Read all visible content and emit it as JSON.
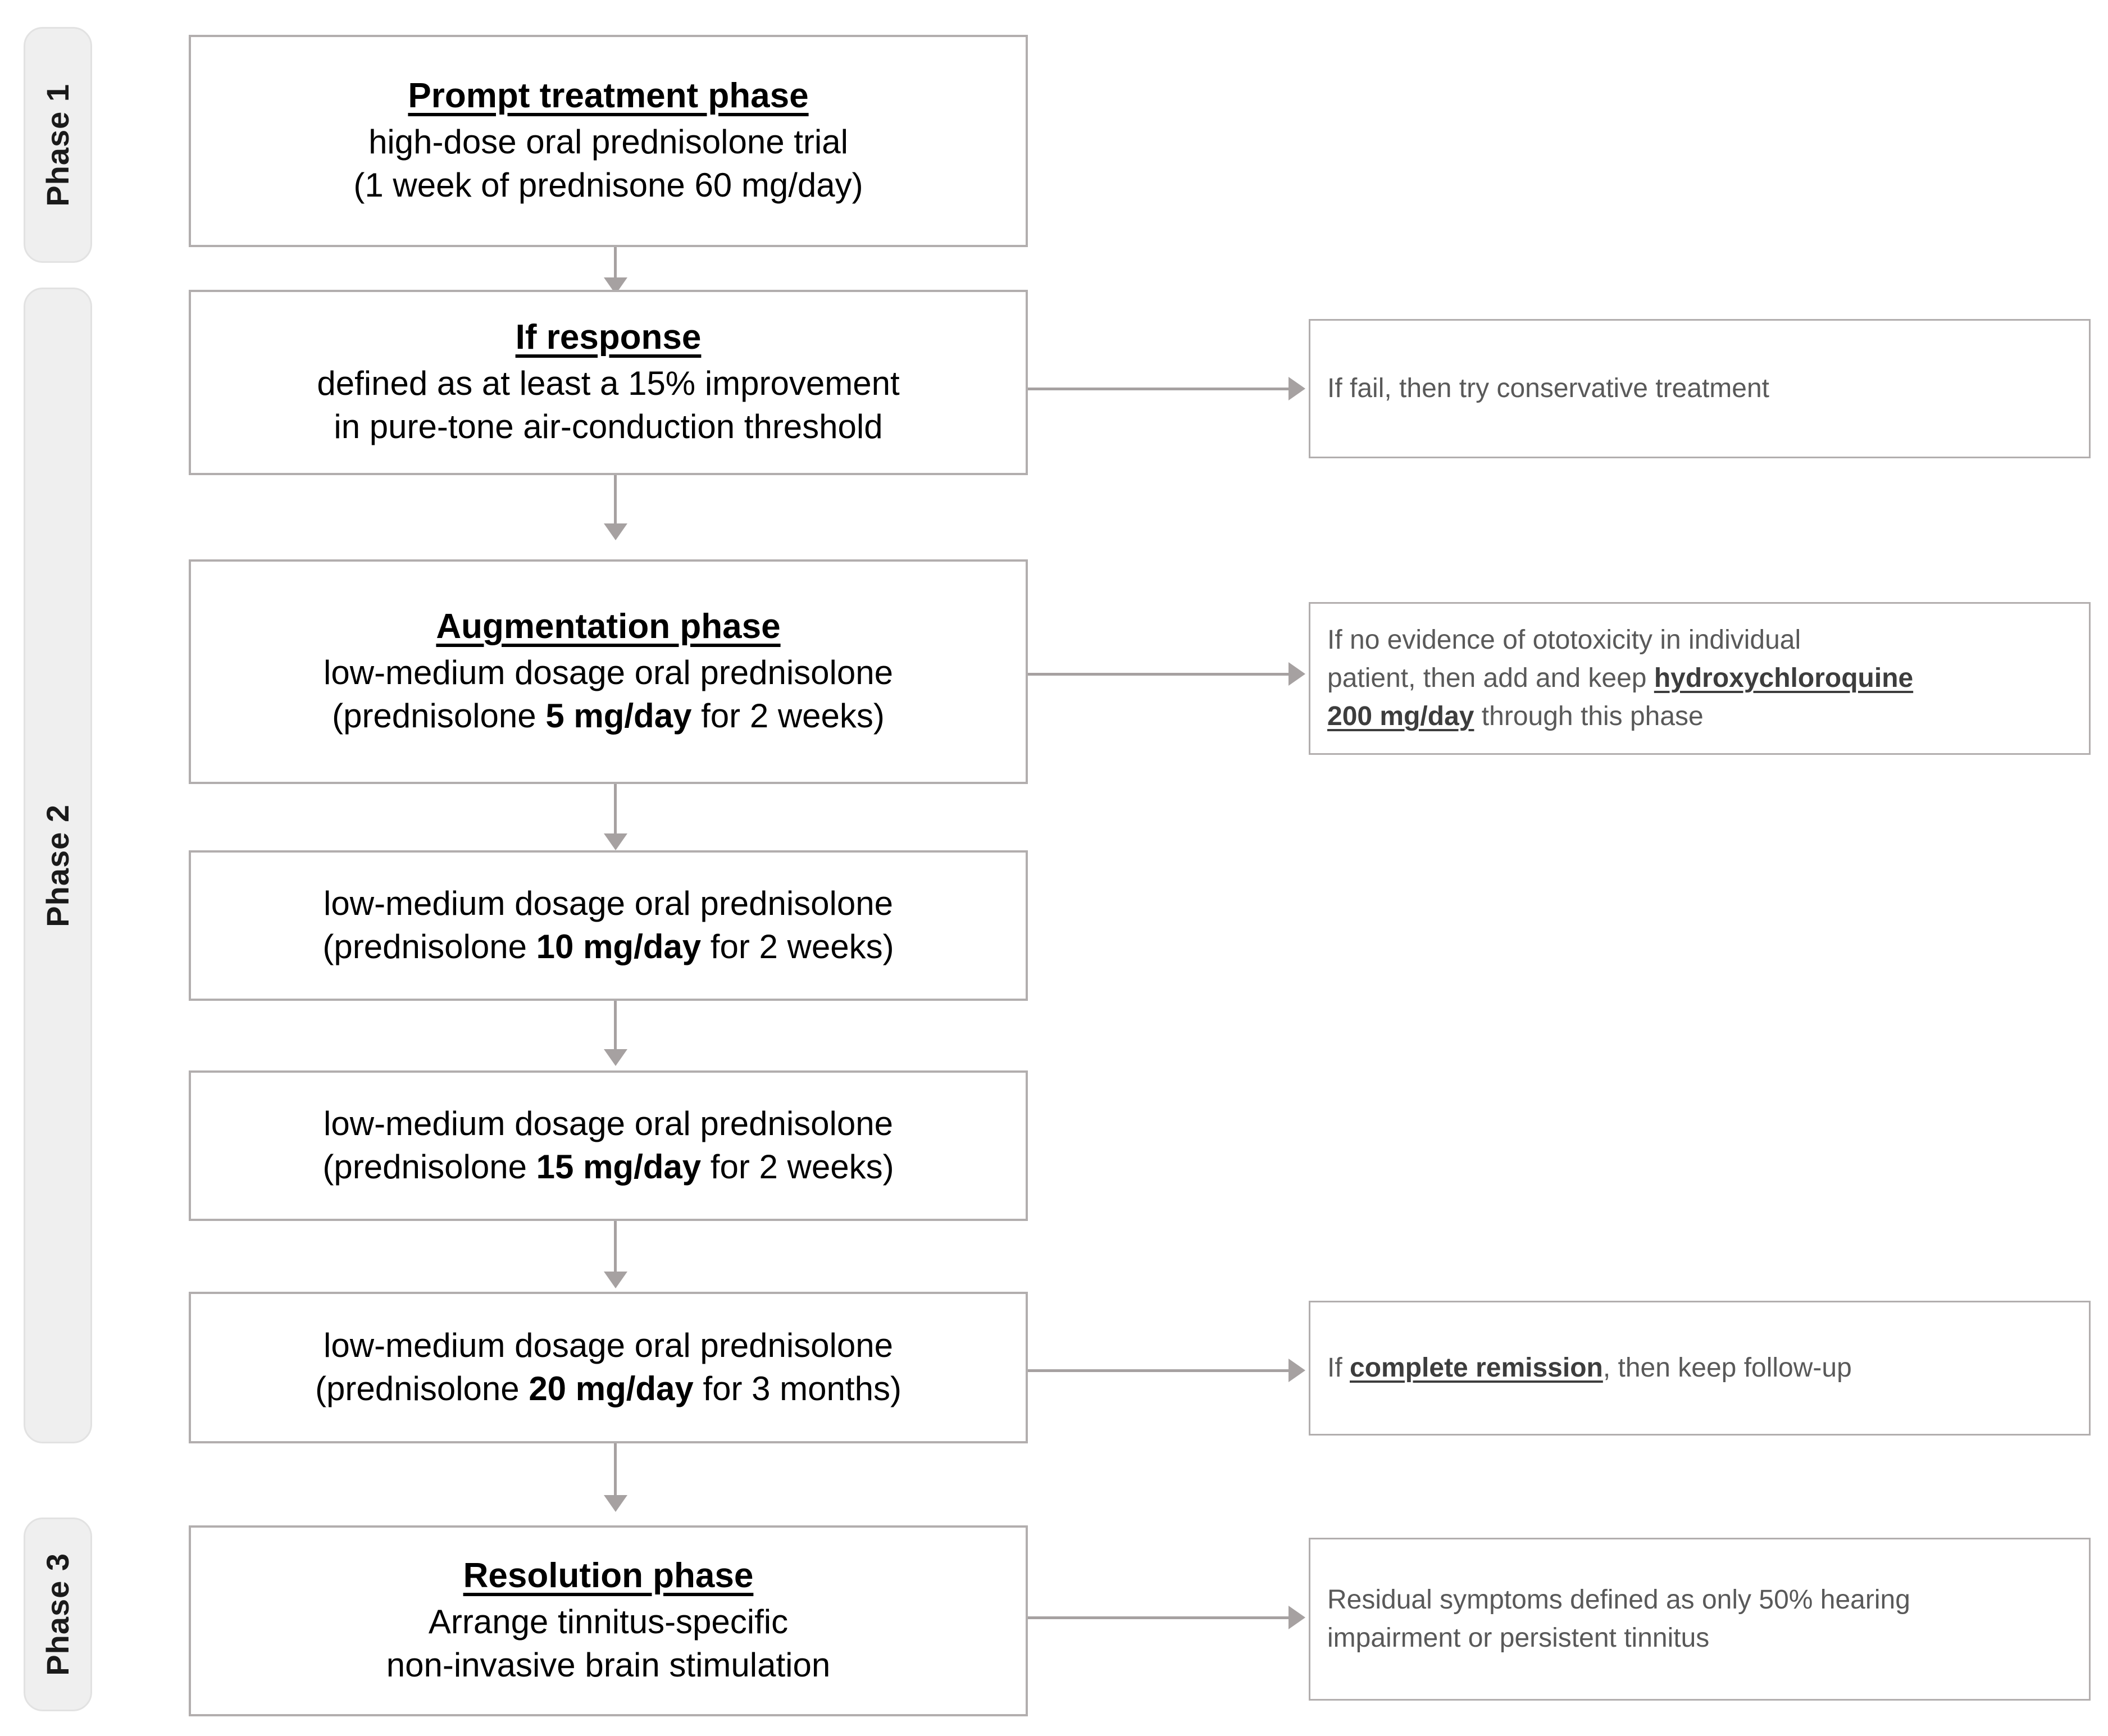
{
  "diagram": {
    "title": "Three-phase treatment protocol flowchart",
    "colors": {
      "box_border": "#b2aeae",
      "connector": "#a6a1a1",
      "rail_fill": "#efefef",
      "rail_border": "#e2e2e2",
      "note_text": "#595959",
      "body_text": "#000000"
    }
  },
  "phases": [
    {
      "label": "Phase 1"
    },
    {
      "label": "Phase 2"
    },
    {
      "label": "Phase 3"
    }
  ],
  "flow": [
    {
      "id": "prompt-treatment-phase",
      "title": "Prompt treatment phase",
      "lines": [
        {
          "pre": "high-dose oral prednisolone trial",
          "bold": "",
          "post": ""
        },
        {
          "pre": "(1 week of prednisone 60 mg/day)",
          "bold": "",
          "post": ""
        }
      ]
    },
    {
      "id": "if-response",
      "title": "If response",
      "lines": [
        {
          "pre": "defined as at least a 15% improvement",
          "bold": "",
          "post": ""
        },
        {
          "pre": "in pure-tone air-conduction threshold",
          "bold": "",
          "post": ""
        }
      ]
    },
    {
      "id": "augmentation-phase",
      "title": "Augmentation phase",
      "lines": [
        {
          "pre": "low-medium dosage oral prednisolone",
          "bold": "",
          "post": ""
        },
        {
          "pre": "(prednisolone ",
          "bold": "5 mg/day",
          "post": " for 2 weeks)"
        }
      ]
    },
    {
      "id": "prednisolone-10mg",
      "title": "",
      "lines": [
        {
          "pre": "low-medium dosage oral prednisolone",
          "bold": "",
          "post": ""
        },
        {
          "pre": "(prednisolone ",
          "bold": "10 mg/day",
          "post": " for 2 weeks)"
        }
      ]
    },
    {
      "id": "prednisolone-15mg",
      "title": "",
      "lines": [
        {
          "pre": "low-medium dosage oral prednisolone",
          "bold": "",
          "post": ""
        },
        {
          "pre": "(prednisolone ",
          "bold": "15 mg/day",
          "post": " for 2 weeks)"
        }
      ]
    },
    {
      "id": "prednisolone-20mg",
      "title": "",
      "lines": [
        {
          "pre": "low-medium dosage oral prednisolone",
          "bold": "",
          "post": ""
        },
        {
          "pre": "(prednisolone ",
          "bold": "20 mg/day",
          "post": " for 3 months)"
        }
      ]
    },
    {
      "id": "resolution-phase",
      "title": "Resolution phase",
      "lines": [
        {
          "pre": "Arrange tinnitus-specific",
          "bold": "",
          "post": ""
        },
        {
          "pre": "non-invasive brain stimulation",
          "bold": "",
          "post": ""
        }
      ]
    }
  ],
  "notes": [
    {
      "id": "note-conservative-treatment",
      "lines": [
        {
          "pre": "If fail, then try conservative treatment",
          "bold": "",
          "post": ""
        }
      ]
    },
    {
      "id": "note-hydroxychloroquine",
      "lines": [
        {
          "pre": "If no evidence of ototoxicity in individual",
          "bold": "",
          "post": ""
        },
        {
          "pre": "patient, then add and keep ",
          "bold": "hydroxychloroquine",
          "post": ""
        },
        {
          "pre": "",
          "bold": "200 mg/day",
          "post": " through this phase"
        }
      ]
    },
    {
      "id": "note-complete-remission",
      "lines": [
        {
          "pre": "If ",
          "bold": "complete remission",
          "post": ", then keep follow-up"
        }
      ]
    },
    {
      "id": "note-residual-symptoms",
      "lines": [
        {
          "pre": "Residual symptoms defined as only 50% hearing",
          "bold": "",
          "post": ""
        },
        {
          "pre": "impairment or persistent tinnitus",
          "bold": "",
          "post": ""
        }
      ]
    }
  ]
}
